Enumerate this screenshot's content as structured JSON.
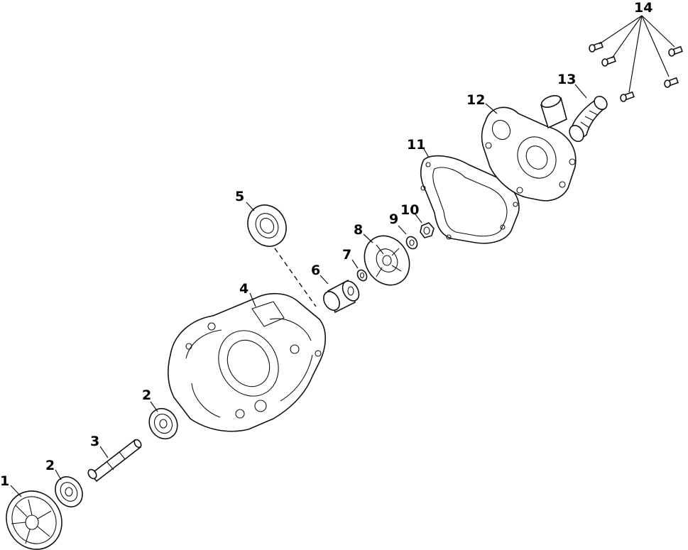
{
  "callouts": [
    "1",
    "2",
    "2",
    "3",
    "4",
    "5",
    "6",
    "7",
    "8",
    "9",
    "10",
    "11",
    "12",
    "13",
    "14"
  ]
}
